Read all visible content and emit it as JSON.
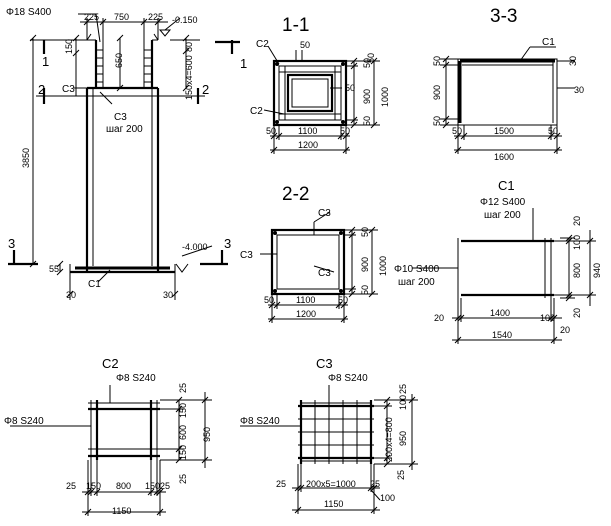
{
  "elevation": {
    "rebar_main": "Φ18 S400",
    "dim_225_left": "225",
    "dim_750": "750",
    "dim_225_right": "225",
    "level_top": "-0.150",
    "dim_150": "150",
    "dim_650": "650",
    "dim_150x4": "150x4=600",
    "dim_80": "80",
    "dim_3850": "3850",
    "dim_55": "55",
    "dim_30_left": "30",
    "dim_30_right": "30",
    "level_bottom": "-4.000",
    "label_c3_upper": "C3",
    "label_c3_mid": "C3",
    "label_step": "шаг 200",
    "label_c1": "C1",
    "cut_1_left": "1",
    "cut_1_right": "1",
    "cut_2_left": "2",
    "cut_2_right": "2",
    "cut_3_left": "3",
    "cut_3_right": "3"
  },
  "section_1_1": {
    "title": "1-1",
    "label_c2_top": "C2",
    "label_c2_bottom": "C2",
    "dim_50_top": "50",
    "dim_50_r1": "50",
    "dim_50_r2": "50",
    "dim_50_r3": "50",
    "dim_50_inner": "50",
    "dim_900": "900",
    "dim_1000": "1000",
    "dim_50_b_left": "50",
    "dim_1100": "1100",
    "dim_50_b_right": "50",
    "dim_1200": "1200"
  },
  "section_3_3": {
    "title": "3-3",
    "label_c1": "C1",
    "dim_50_l_top": "50",
    "dim_900": "900",
    "dim_50_l_bot": "50",
    "dim_30_r_top": "30",
    "dim_30_r_mid": "30",
    "dim_50_b_left": "50",
    "dim_1500": "1500",
    "dim_50_b_right": "50",
    "dim_1600": "1600"
  },
  "section_2_2": {
    "title": "2-2",
    "label_c3_top": "C3",
    "label_c3_left": "C3",
    "label_c3_inner": "C3",
    "dim_50_r1": "50",
    "dim_900": "900",
    "dim_50_r2": "50",
    "dim_1000": "1000",
    "dim_50_b_left": "50",
    "dim_1100": "1100",
    "dim_50_b_right": "50",
    "dim_1200": "1200"
  },
  "mesh_c1": {
    "title": "C1",
    "rebar_long": "Φ12 S400",
    "step_long": "шаг 200",
    "rebar_cross": "Φ10 S400",
    "step_cross": "шаг 200",
    "dim_20_r_top": "20",
    "dim_100_r": "100",
    "dim_800": "800",
    "dim_940": "940",
    "dim_20_r_bot": "20",
    "dim_20_b_left": "20",
    "dim_1400": "1400",
    "dim_100_b": "100",
    "dim_20_b_right": "20",
    "dim_1540": "1540"
  },
  "mesh_c2": {
    "title": "C2",
    "rebar_top": "Φ8 S240",
    "rebar_left": "Φ8 S240",
    "dim_25_r_top": "25",
    "dim_150_r1": "150",
    "dim_600": "600",
    "dim_150_r2": "150",
    "dim_950": "950",
    "dim_25_r_bot": "25",
    "dim_25_b_left": "25",
    "dim_150_b_left": "150",
    "dim_800": "800",
    "dim_150_b_right": "150",
    "dim_25_b_right": "25",
    "dim_1150": "1150"
  },
  "mesh_c3": {
    "title": "C3",
    "rebar_top": "Φ8 S240",
    "rebar_left": "Φ8 S240",
    "dim_25_r_top": "25",
    "dim_100_r_top": "100",
    "dim_200x4": "200x4=800",
    "dim_950": "950",
    "dim_25_r_bot": "25",
    "dim_25_b_left": "25",
    "dim_200x5": "200x5=1000",
    "dim_25_b_right": "25",
    "dim_100_b": "100",
    "dim_1150": "1150"
  }
}
